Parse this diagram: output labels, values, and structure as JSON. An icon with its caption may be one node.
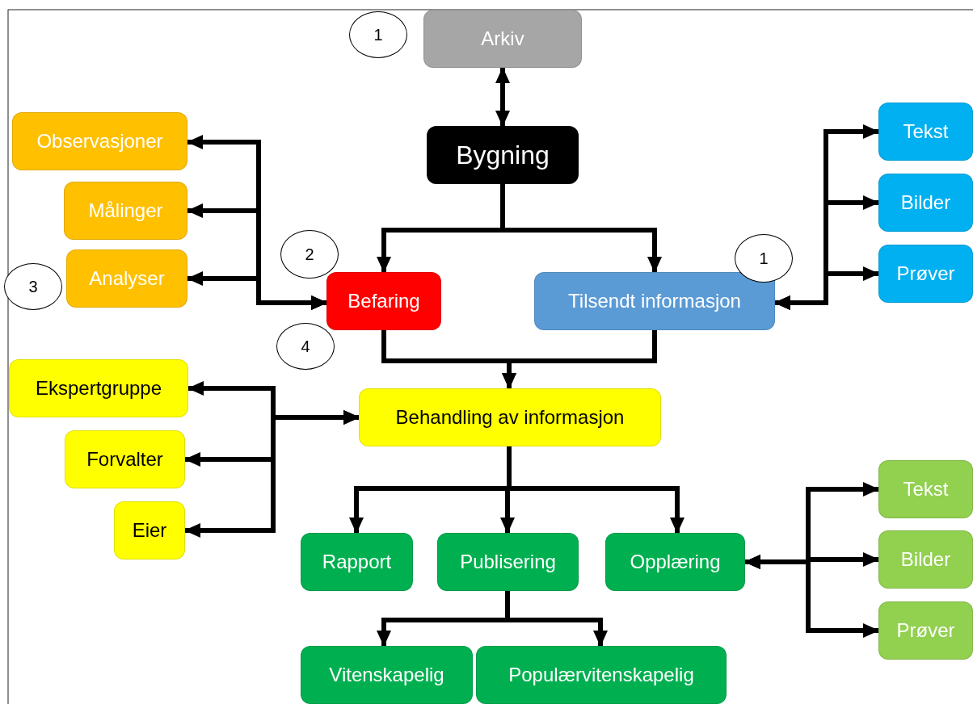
{
  "diagram": {
    "nodes": [
      {
        "text": [
          "Arkiv"
        ]
      },
      {
        "text": [
          "Bygning"
        ]
      },
      {
        "text": [
          "Observasjoner"
        ]
      },
      {
        "text": [
          "Målinger"
        ]
      },
      {
        "text": [
          "Analyser"
        ]
      },
      {
        "text": [
          "Befaring"
        ]
      },
      {
        "text": [
          "Tilsendt informasjon"
        ]
      },
      {
        "text": [
          "Tekst"
        ]
      },
      {
        "text": [
          "Bilder"
        ]
      },
      {
        "text": [
          "Prøver"
        ]
      },
      {
        "text": [
          "Ekspertgruppe"
        ]
      },
      {
        "text": [
          "Forvalter"
        ]
      },
      {
        "text": [
          "Eier"
        ]
      },
      {
        "text": [
          "Behandling av informasjon"
        ]
      },
      {
        "text": [
          "Rapport"
        ]
      },
      {
        "text": [
          "Publisering"
        ]
      },
      {
        "text": [
          "Opplæring"
        ]
      },
      {
        "text": [
          "Tekst"
        ]
      },
      {
        "text": [
          "Bilder"
        ]
      },
      {
        "text": [
          "Prøver"
        ]
      },
      {
        "text": [
          "Vitenskapelig"
        ]
      },
      {
        "text": [
          "Populærvitenskapelig"
        ]
      },
      {
        "text": [
          "1"
        ]
      },
      {
        "text": [
          "2"
        ]
      },
      {
        "text": [
          "3"
        ]
      },
      {
        "text": [
          "4"
        ]
      },
      {
        "text": [
          "1"
        ]
      }
    ],
    "edges": [
      {
        "from": 0,
        "to": 1,
        "arrow": "both"
      },
      {
        "from": 1,
        "to": 5,
        "arrow": "to"
      },
      {
        "from": 1,
        "to": 6,
        "arrow": "to"
      },
      {
        "from": 5,
        "to": 2,
        "arrow": "both"
      },
      {
        "from": 5,
        "to": 3,
        "arrow": "both"
      },
      {
        "from": 5,
        "to": 4,
        "arrow": "both"
      },
      {
        "from": 6,
        "to": 7,
        "arrow": "both"
      },
      {
        "from": 6,
        "to": 8,
        "arrow": "both"
      },
      {
        "from": 6,
        "to": 9,
        "arrow": "both"
      },
      {
        "from": 5,
        "to": 13,
        "arrow": "to"
      },
      {
        "from": 6,
        "to": 13,
        "arrow": "to"
      },
      {
        "from": 13,
        "to": 10,
        "arrow": "both"
      },
      {
        "from": 13,
        "to": 11,
        "arrow": "both"
      },
      {
        "from": 13,
        "to": 12,
        "arrow": "both"
      },
      {
        "from": 13,
        "to": 14,
        "arrow": "to"
      },
      {
        "from": 13,
        "to": 15,
        "arrow": "to"
      },
      {
        "from": 13,
        "to": 16,
        "arrow": "to"
      },
      {
        "from": 16,
        "to": 17,
        "arrow": "both"
      },
      {
        "from": 16,
        "to": 18,
        "arrow": "both"
      },
      {
        "from": 16,
        "to": 19,
        "arrow": "both"
      },
      {
        "from": 15,
        "to": 20,
        "arrow": "to"
      },
      {
        "from": 15,
        "to": 21,
        "arrow": "to"
      }
    ]
  }
}
